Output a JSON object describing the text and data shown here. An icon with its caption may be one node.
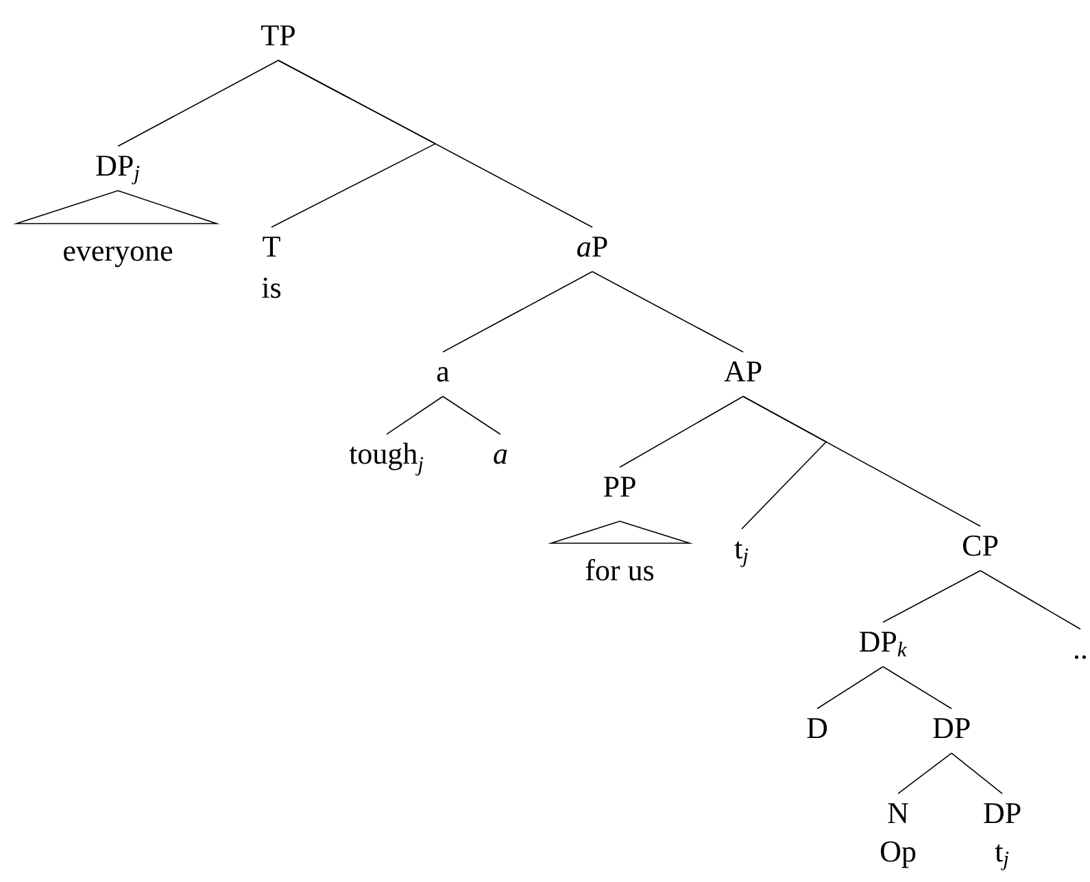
{
  "diagram": {
    "nodes": [
      {
        "text": [
          "TP"
        ]
      },
      {
        "text": [
          "\\mathrm{DP}_{\\mathit{j}}",
          "everyone"
        ]
      },
      {
        "text": [
          "T",
          "is"
        ]
      },
      {
        "text": [
          "\\mathit{a}\\mathrm{P}"
        ]
      },
      {
        "text": [
          "a"
        ]
      },
      {
        "text": [
          "\\mathrm{tough}_{\\mathit{j}}"
        ]
      },
      {
        "text": [
          "\\mathit{a}"
        ]
      },
      {
        "text": [
          "AP"
        ]
      },
      {
        "text": [
          "PP",
          "for us"
        ]
      },
      {
        "text": [
          "\\mathrm{t}_{\\mathit{j}}"
        ]
      },
      {
        "text": [
          "CP"
        ]
      },
      {
        "text": [
          "\\mathrm{DP}_{\\mathit{k}}"
        ]
      },
      {
        "text": [
          ".."
        ]
      },
      {
        "text": [
          "D"
        ]
      },
      {
        "text": [
          "DP"
        ]
      },
      {
        "text": [
          "N",
          "Op"
        ]
      },
      {
        "text": [
          "DP",
          "\\mathrm{t}_{\\mathit{j}}"
        ]
      }
    ],
    "edges": [
      {
        "from": 0,
        "to": 1,
        "arrow": "none"
      },
      {
        "from": 0,
        "to": 2,
        "arrow": "none"
      },
      {
        "from": 0,
        "to": 3,
        "arrow": "none"
      },
      {
        "from": 3,
        "to": 4,
        "arrow": "none"
      },
      {
        "from": 3,
        "to": 7,
        "arrow": "none"
      },
      {
        "from": 4,
        "to": 5,
        "arrow": "none"
      },
      {
        "from": 4,
        "to": 6,
        "arrow": "none"
      },
      {
        "from": 7,
        "to": 8,
        "arrow": "none"
      },
      {
        "from": 7,
        "to": 9,
        "arrow": "none"
      },
      {
        "from": 7,
        "to": 10,
        "arrow": "none"
      },
      {
        "from": 10,
        "to": 11,
        "arrow": "none"
      },
      {
        "from": 10,
        "to": 12,
        "arrow": "none"
      },
      {
        "from": 11,
        "to": 13,
        "arrow": "none"
      },
      {
        "from": 11,
        "to": 14,
        "arrow": "none"
      },
      {
        "from": 14,
        "to": 15,
        "arrow": "none"
      },
      {
        "from": 14,
        "to": 16,
        "arrow": "none"
      }
    ]
  }
}
